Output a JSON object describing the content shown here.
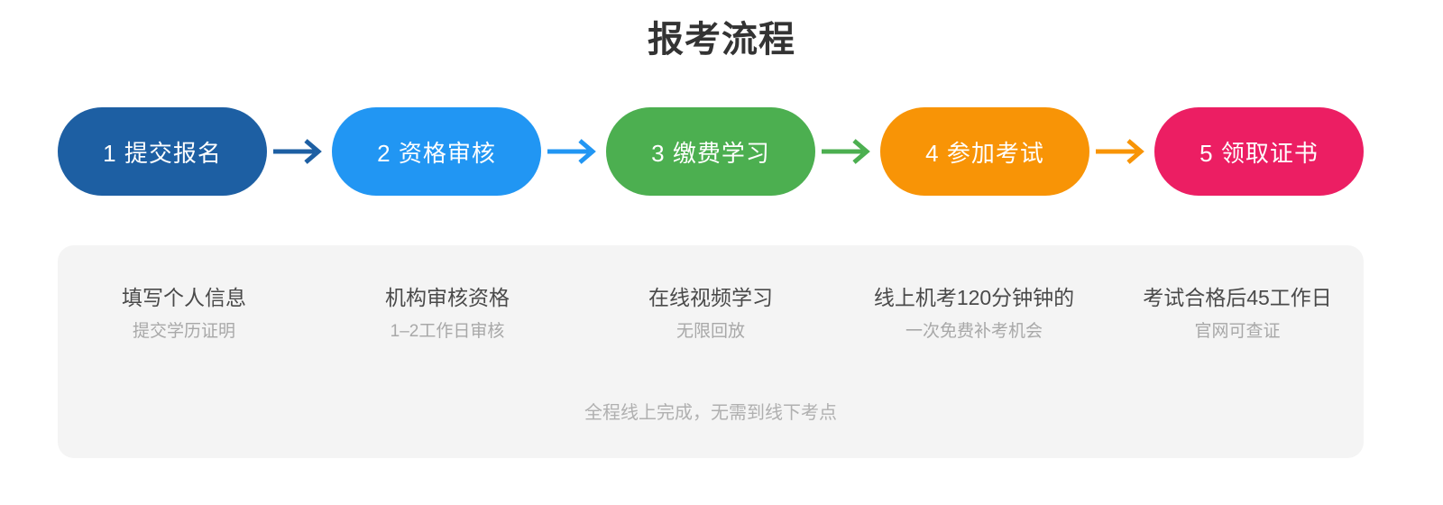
{
  "header": {
    "title": "报考流程"
  },
  "flow": {
    "steps": [
      {
        "label": "1 提交报名",
        "color": "#1d5fa3"
      },
      {
        "label": "2 资格审核",
        "color": "#2196f3"
      },
      {
        "label": "3 缴费学习",
        "color": "#4caf50"
      },
      {
        "label": "4 参加考试",
        "color": "#f89406"
      },
      {
        "label": "5 领取证书",
        "color": "#ec1e63"
      }
    ],
    "connectors": [
      {
        "name": "arrow-step1-to-step2",
        "color": "#1d5fa3"
      },
      {
        "name": "arrow-step2-to-step3",
        "color": "#2196f3"
      },
      {
        "name": "arrow-step3-to-step4",
        "color": "#4caf50"
      },
      {
        "name": "arrow-step4-to-step5",
        "color": "#f89406"
      }
    ]
  },
  "details": {
    "items": [
      {
        "main": "填写个人信息",
        "sub": "提交学历证明"
      },
      {
        "main": "机构审核资格",
        "sub": "1–2工作日审核"
      },
      {
        "main": "在线视频学习",
        "sub": "无限回放"
      },
      {
        "main": "线上机考120分钟钟的",
        "sub": "一次免费补考机会"
      },
      {
        "main": "考试合格后45工作日",
        "sub": "官网可查证"
      }
    ],
    "note": "全程线上完成，无需到线下考点"
  },
  "theme": {
    "panel_background": "#f4f4f4",
    "title_color": "#333333",
    "detail_main_color": "#4a4a4a",
    "detail_sub_color": "#a8a8a8",
    "note_color": "#b0b0b0"
  }
}
